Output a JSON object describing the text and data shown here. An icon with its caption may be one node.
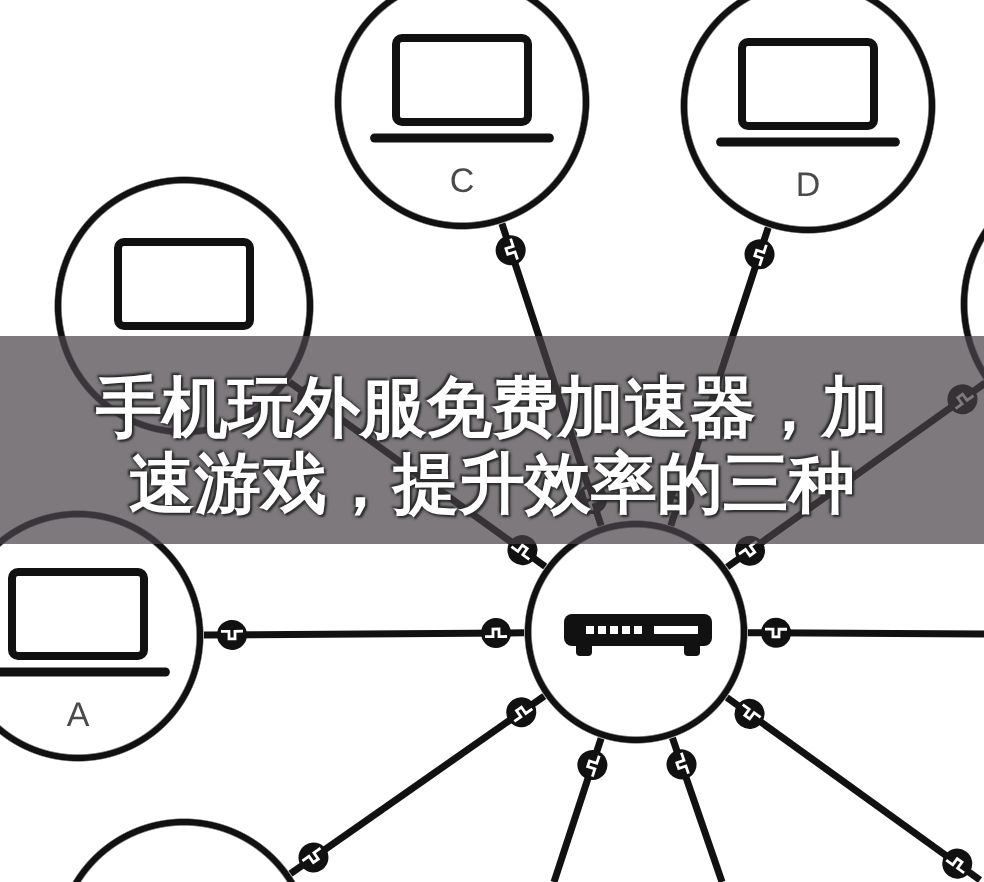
{
  "diagram": {
    "title": "手机玩外服免费加速器，加速游戏，提升效率的三种",
    "nodes": [
      {
        "text": [
          "C"
        ]
      },
      {
        "text": [
          "D"
        ]
      },
      {
        "text": [],
        "shape": "circle"
      },
      {
        "text": [],
        "shape": "circle"
      },
      {
        "text": [
          "A"
        ]
      },
      {
        "text": [],
        "shape": "circle"
      },
      {
        "text": [],
        "shape": "circle"
      }
    ],
    "edges": [
      {
        "from": 5,
        "to": 0,
        "arrow": "other"
      },
      {
        "from": 5,
        "to": 1,
        "arrow": "other"
      },
      {
        "from": 5,
        "to": 2,
        "arrow": "other"
      },
      {
        "from": 5,
        "to": 3,
        "arrow": "other"
      },
      {
        "from": 5,
        "to": 4,
        "arrow": "other"
      },
      {
        "from": 5,
        "to": 6,
        "arrow": "other"
      },
      {
        "from": 5,
        "to": null,
        "arrow": "other"
      },
      {
        "from": 5,
        "to": null,
        "arrow": "other"
      },
      {
        "from": 5,
        "to": null,
        "arrow": "other"
      },
      {
        "from": 5,
        "to": null,
        "arrow": "other"
      }
    ]
  }
}
